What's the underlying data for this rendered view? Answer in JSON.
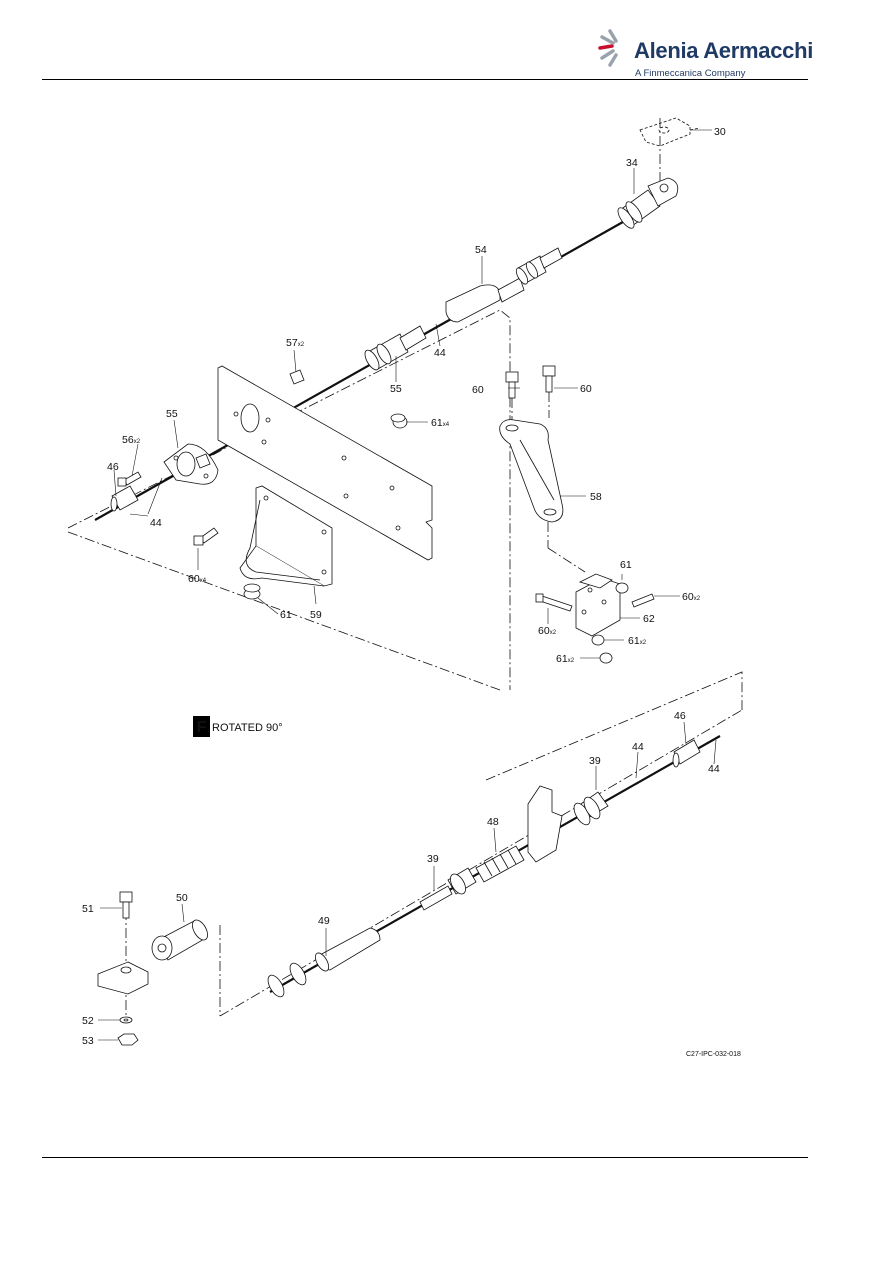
{
  "logo": {
    "name": "Alenia Aermacchi",
    "tagline": "A Finmeccanica Company",
    "brand_color": "#1f3a64",
    "accent_color": "#c8102e"
  },
  "view": {
    "letter": "F",
    "label": "ROTATED 90°"
  },
  "figure_id": "C27-IPC-032-018",
  "callouts": [
    {
      "id": "c30",
      "num": "30",
      "qty": ""
    },
    {
      "id": "c34",
      "num": "34",
      "qty": ""
    },
    {
      "id": "c54",
      "num": "54",
      "qty": ""
    },
    {
      "id": "c44a",
      "num": "44",
      "qty": ""
    },
    {
      "id": "c57",
      "num": "57",
      "qty": "x2"
    },
    {
      "id": "c55a",
      "num": "55",
      "qty": ""
    },
    {
      "id": "c60a",
      "num": "60",
      "qty": ""
    },
    {
      "id": "c60b",
      "num": "60",
      "qty": ""
    },
    {
      "id": "c55b",
      "num": "55",
      "qty": ""
    },
    {
      "id": "c61a",
      "num": "61",
      "qty": "x4"
    },
    {
      "id": "c56",
      "num": "56",
      "qty": "x2"
    },
    {
      "id": "c46a",
      "num": "46",
      "qty": ""
    },
    {
      "id": "c44b",
      "num": "44",
      "qty": ""
    },
    {
      "id": "c58",
      "num": "58",
      "qty": ""
    },
    {
      "id": "c60c",
      "num": "60",
      "qty": "x4"
    },
    {
      "id": "c61b",
      "num": "61",
      "qty": ""
    },
    {
      "id": "c59",
      "num": "59",
      "qty": ""
    },
    {
      "id": "c61c",
      "num": "61",
      "qty": ""
    },
    {
      "id": "c60d",
      "num": "60",
      "qty": "x2"
    },
    {
      "id": "c60e",
      "num": "60",
      "qty": "x2"
    },
    {
      "id": "c62",
      "num": "62",
      "qty": ""
    },
    {
      "id": "c61d",
      "num": "61",
      "qty": "x2"
    },
    {
      "id": "c61e",
      "num": "61",
      "qty": "x2"
    },
    {
      "id": "c46b",
      "num": "46",
      "qty": ""
    },
    {
      "id": "c44c",
      "num": "44",
      "qty": ""
    },
    {
      "id": "c44d",
      "num": "44",
      "qty": ""
    },
    {
      "id": "c39a",
      "num": "39",
      "qty": ""
    },
    {
      "id": "c48",
      "num": "48",
      "qty": ""
    },
    {
      "id": "c39b",
      "num": "39",
      "qty": ""
    },
    {
      "id": "c49",
      "num": "49",
      "qty": ""
    },
    {
      "id": "c51",
      "num": "51",
      "qty": ""
    },
    {
      "id": "c50",
      "num": "50",
      "qty": ""
    },
    {
      "id": "c52",
      "num": "52",
      "qty": ""
    },
    {
      "id": "c53",
      "num": "53",
      "qty": ""
    }
  ]
}
